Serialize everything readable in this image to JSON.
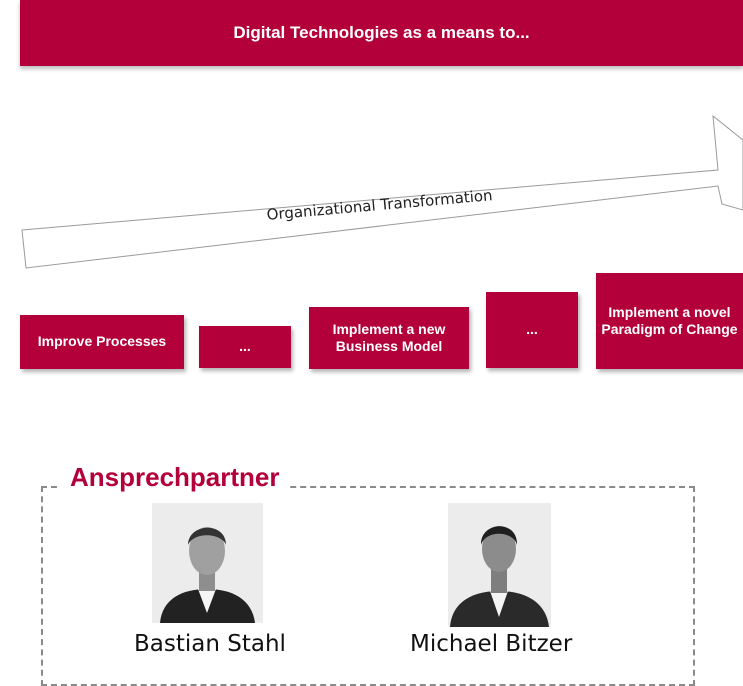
{
  "banner": {
    "title": "Digital Technologies as a means to..."
  },
  "arrow": {
    "label": "Organizational Transformation"
  },
  "steps": [
    {
      "label": "Improve Processes"
    },
    {
      "label": "..."
    },
    {
      "label": "Implement a new Business Model"
    },
    {
      "label": "..."
    },
    {
      "label": "Implement a novel Paradigm of Change"
    }
  ],
  "contacts": {
    "title": "Ansprechpartner",
    "people": [
      {
        "name": "Bastian Stahl"
      },
      {
        "name": "Michael Bitzer"
      }
    ]
  },
  "colors": {
    "accent": "#b3003a",
    "dash_border": "#8a8a8a"
  }
}
